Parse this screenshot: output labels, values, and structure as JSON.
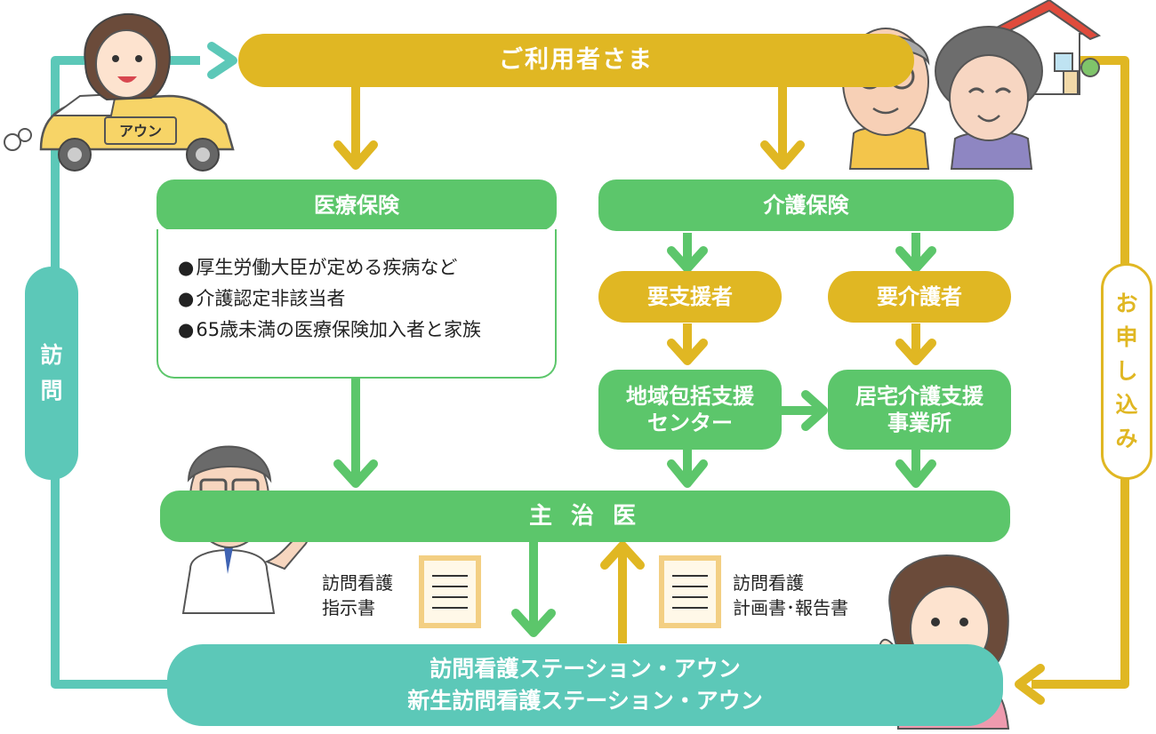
{
  "users": {
    "label": "ご利用者さま"
  },
  "medical": {
    "title": "医療保険",
    "items": [
      "厚生労働大臣が定める疾病など",
      "介護認定非該当者",
      "65歳未満の医療保険加入者と家族"
    ]
  },
  "care": {
    "title": "介護保険",
    "support_needed": "要支援者",
    "care_needed": "要介護者",
    "center_line1": "地域包括支援",
    "center_line2": "センター",
    "office_line1": "居宅介護支援",
    "office_line2": "事業所"
  },
  "doctor": {
    "label": "主 治 医"
  },
  "documents": {
    "instruction_line1": "訪問看護",
    "instruction_line2": "指示書",
    "plan_line1": "訪問看護",
    "plan_line2": "計画書･報告書"
  },
  "station": {
    "line1": "訪問看護ステーション・アウン",
    "line2": "新生訪問看護ステーション・アウン"
  },
  "visit": {
    "char1": "訪",
    "char2": "問"
  },
  "apply": {
    "char1": "お",
    "char2": "申",
    "char3": "し",
    "char4": "込",
    "char5": "み"
  },
  "car": {
    "sign": "アウン"
  },
  "colors": {
    "gold": "#e0b723",
    "green": "#5cc66b",
    "teal": "#5cc8b8"
  }
}
